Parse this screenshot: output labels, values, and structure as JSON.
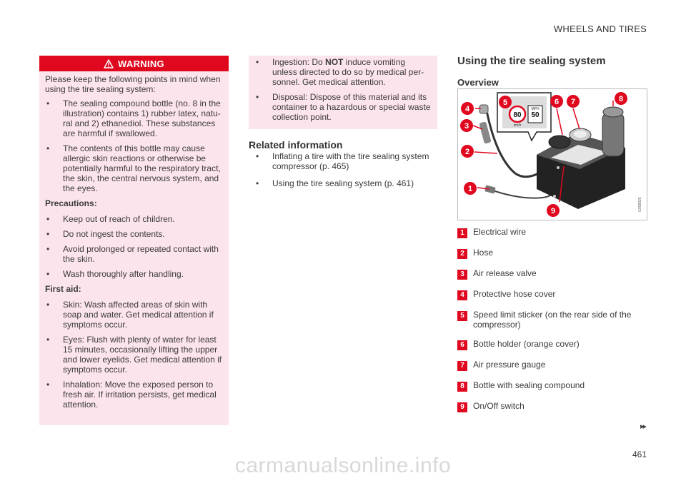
{
  "header": {
    "title": "WHEELS AND TIRES"
  },
  "warning": {
    "title": "WARNING",
    "intro": "Please keep the following points in mind when using the tire sealing system:",
    "hazards": [
      "The sealing compound bottle (no. 8 in the illustration) contains 1) rubber latex, natu-ral and 2) ethanediol. These substances are harmful if swallowed.",
      "The contents of this bottle may cause allergic skin reactions or otherwise be potentially harmful to the respiratory tract, the skin, the central nervous system, and the eyes."
    ],
    "precautions_heading": "Precautions:",
    "precautions": [
      "Keep out of reach of children.",
      "Do not ingest the contents.",
      "Avoid prolonged or repeated contact with the skin.",
      "Wash thoroughly after handling."
    ],
    "first_aid_heading": "First aid:",
    "first_aid": [
      "Skin: Wash affected areas of skin with soap and water. Get medical attention if symptoms occur.",
      "Eyes: Flush with plenty of water for least 15 minutes, occasionally lifting the upper and lower eyelids. Get medical attention if symptoms occur.",
      "Inhalation: Move the exposed person to fresh air. If irritation persists, get medical attention."
    ],
    "cont_ingestion_pre": "Ingestion: Do ",
    "cont_ingestion_bold": "NOT",
    "cont_ingestion_post": " induce vomiting unless directed to do so by medical per-sonnel. Get medical attention.",
    "cont_disposal": "Disposal: Dispose of this material and its container to a hazardous or special waste collection point."
  },
  "related": {
    "heading": "Related information",
    "items": [
      "Inflating a tire with the tire sealing system compressor (p. 465)",
      "Using the tire sealing system (p. 461)"
    ]
  },
  "section": {
    "title": "Using the tire sealing system",
    "overview": "Overview"
  },
  "illustration": {
    "code": "G058825",
    "sticker_values": [
      "80",
      "50"
    ],
    "sticker_units": [
      "km/h",
      "MPH"
    ]
  },
  "legend": [
    {
      "num": "1",
      "label": "Electrical wire"
    },
    {
      "num": "2",
      "label": "Hose"
    },
    {
      "num": "3",
      "label": "Air release valve"
    },
    {
      "num": "4",
      "label": "Protective hose cover"
    },
    {
      "num": "5",
      "label": "Speed limit sticker (on the rear side of the compressor)"
    },
    {
      "num": "6",
      "label": "Bottle holder (orange cover)"
    },
    {
      "num": "7",
      "label": "Air pressure gauge"
    },
    {
      "num": "8",
      "label": "Bottle with sealing compound"
    },
    {
      "num": "9",
      "label": "On/Off switch"
    }
  ],
  "footer": {
    "nav": "▸▸",
    "page": "461",
    "watermark": "carmanualsonline.info"
  },
  "colors": {
    "accent": "#e0081e",
    "warning_bg": "#fce4ec"
  },
  "bullet": "•"
}
